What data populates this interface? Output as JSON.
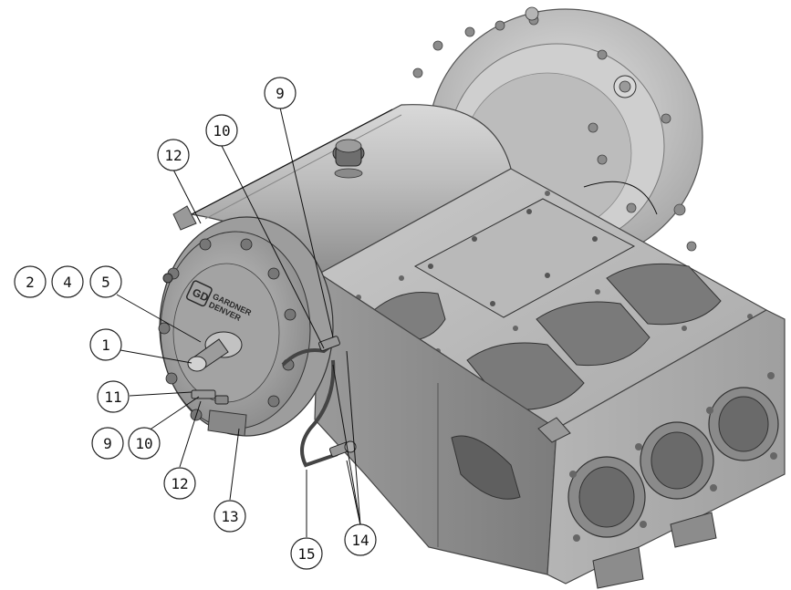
{
  "logo": {
    "lines": [
      "GARDNER",
      "DENVER"
    ]
  },
  "callouts": [
    {
      "id": "c-9-top",
      "label": "9"
    },
    {
      "id": "c-10-top",
      "label": "10"
    },
    {
      "id": "c-12-top",
      "label": "12"
    },
    {
      "id": "c-2",
      "label": "2"
    },
    {
      "id": "c-4",
      "label": "4"
    },
    {
      "id": "c-5",
      "label": "5"
    },
    {
      "id": "c-1",
      "label": "1"
    },
    {
      "id": "c-11",
      "label": "11"
    },
    {
      "id": "c-9-bot",
      "label": "9"
    },
    {
      "id": "c-10-bot",
      "label": "10"
    },
    {
      "id": "c-12-bot",
      "label": "12"
    },
    {
      "id": "c-13",
      "label": "13"
    },
    {
      "id": "c-15",
      "label": "15"
    },
    {
      "id": "c-14",
      "label": "14"
    }
  ]
}
